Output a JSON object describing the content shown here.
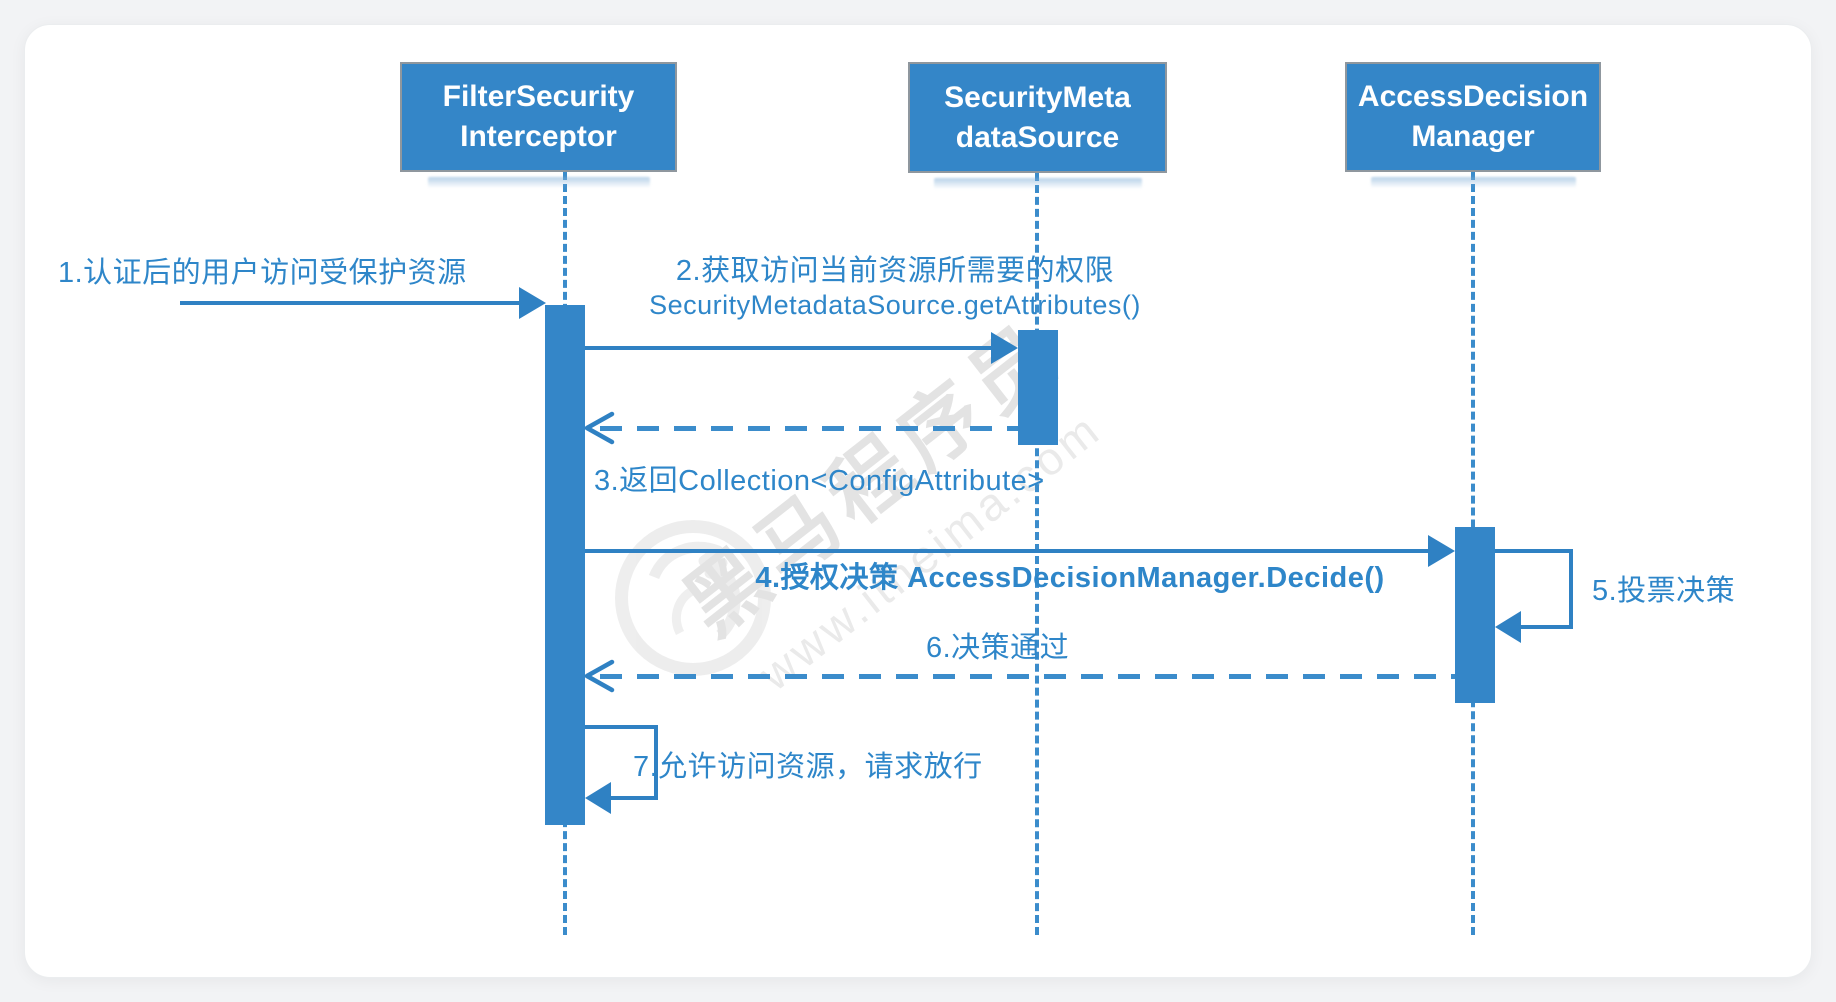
{
  "participants": [
    {
      "line1": "FilterSecurity",
      "line2": "Interceptor"
    },
    {
      "line1": "SecurityMeta",
      "line2": "dataSource"
    },
    {
      "line1": "AccessDecision",
      "line2": "Manager"
    }
  ],
  "messages": {
    "m1": {
      "text": "1.认证后的用户访问受保护资源"
    },
    "m2": {
      "line1": "2.获取访问当前资源所需要的权限",
      "line2": "SecurityMetadataSource.getAttributes()"
    },
    "m3": {
      "text": "3.返回Collection<ConfigAttribute>"
    },
    "m4": {
      "text": "4.授权决策 AccessDecisionManager.Decide()"
    },
    "m5": {
      "text": "5.投票决策"
    },
    "m6": {
      "text": "6.决策通过"
    },
    "m7": {
      "text": "7.允许访问资源，请求放行"
    }
  },
  "watermark": {
    "brand": "黑马程序员",
    "site": "www.itheima.com"
  },
  "colors": {
    "box_fill": "#3486c8",
    "box_border": "#8f979e",
    "line_blue": "#2f81c3",
    "lifeline_blue": "#3b8ccb",
    "text_blue": "#2e86c9",
    "reflection_blue": "#7dadd6",
    "watermark_gray": "#e3e3e3",
    "card_background": "#ffffff",
    "page_background": "#f2f3f5"
  }
}
